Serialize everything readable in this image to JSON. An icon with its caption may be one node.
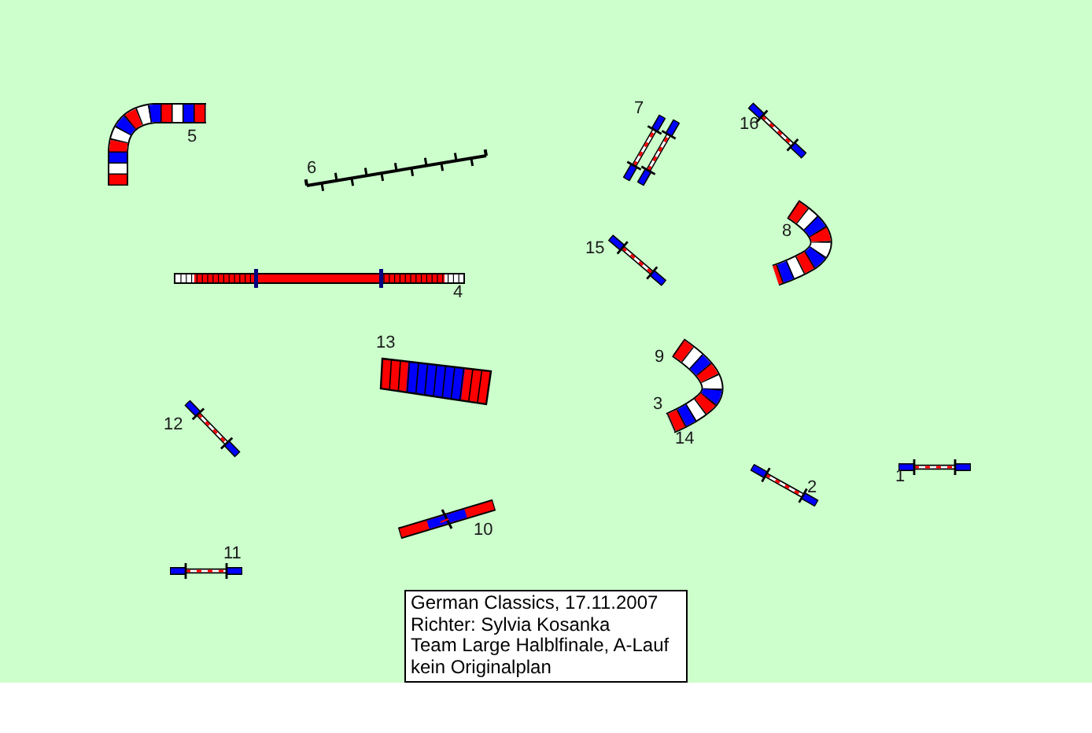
{
  "diagram": {
    "nodes": [
      {
        "text": [
          "German Classics, 17.11.2007",
          "Richter: Sylvia Kosanka",
          "Team Large Halblfinale, A-Lauf",
          "kein Originalplan"
        ]
      }
    ],
    "labels": [
      "7",
      "16",
      "5",
      "6",
      "8",
      "15",
      "4",
      "13",
      "9",
      "3",
      "12",
      "14",
      "1",
      "2",
      "10",
      "11"
    ]
  }
}
